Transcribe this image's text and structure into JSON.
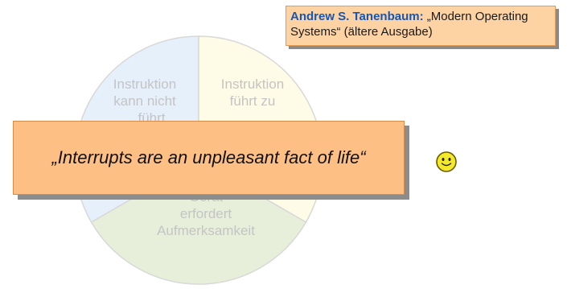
{
  "diagram": {
    "segments": [
      {
        "id": "left",
        "label": "Instruktion kann nicht",
        "label_lines": [
          "Instruktion",
          "kann nicht",
          "…führt"
        ],
        "color": "#e6f0fb"
      },
      {
        "id": "right",
        "label": "Instruktion führt zu",
        "label_lines": [
          "Instruktion",
          "führt zu",
          "…"
        ],
        "color": "#fefbe6"
      },
      {
        "id": "bottom",
        "label": "Gerät erfordert Aufmerksamkeit",
        "label_lines": [
          "Gerät",
          "erfordert",
          "Aufmerksamkeit"
        ],
        "color": "#e7efda"
      }
    ],
    "segment_label_color": "#c4c4c4",
    "circle_outline_color": "#d8d8d8"
  },
  "citation": {
    "author": "Andrew S. Tanenbaum:",
    "work": "„Modern Operating Systems“ (ältere Ausgabe)"
  },
  "quote": {
    "text": "„Interrupts are an unpleasant fact of life“"
  },
  "smiley": {
    "icon": "smiley-face-icon",
    "color": "#f5ea2a"
  },
  "colors": {
    "citation_bg": "#fdd3a4",
    "author_text": "#1656b5",
    "quote_bg": "#fdbf84",
    "shadow": "#8c8c8c"
  }
}
